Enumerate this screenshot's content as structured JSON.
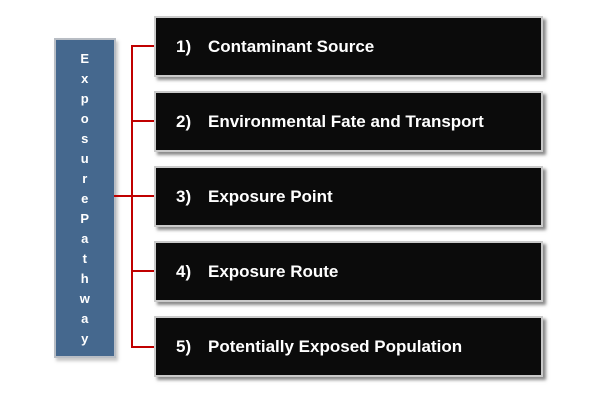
{
  "pathway": {
    "label": "Exposure Pathway",
    "vertical_text": "E\nx\np\no\ns\nu\nr\ne\nP\na\nt\nh\nw\na\ny"
  },
  "steps": [
    {
      "number": "1)",
      "label": "Contaminant Source"
    },
    {
      "number": "2)",
      "label": "Environmental Fate and Transport"
    },
    {
      "number": "3)",
      "label": "Exposure Point"
    },
    {
      "number": "4)",
      "label": "Exposure Route"
    },
    {
      "number": "5)",
      "label": "Potentially Exposed Population"
    }
  ],
  "colors": {
    "background": "#ffffff",
    "pathway_box_fill": "#45688E",
    "pathway_box_border": "#b8bdc4",
    "step_box_fill": "#0b0b0b",
    "step_box_border": "#cacaca",
    "step_text": "#ffffff",
    "connector": "#c00000"
  }
}
